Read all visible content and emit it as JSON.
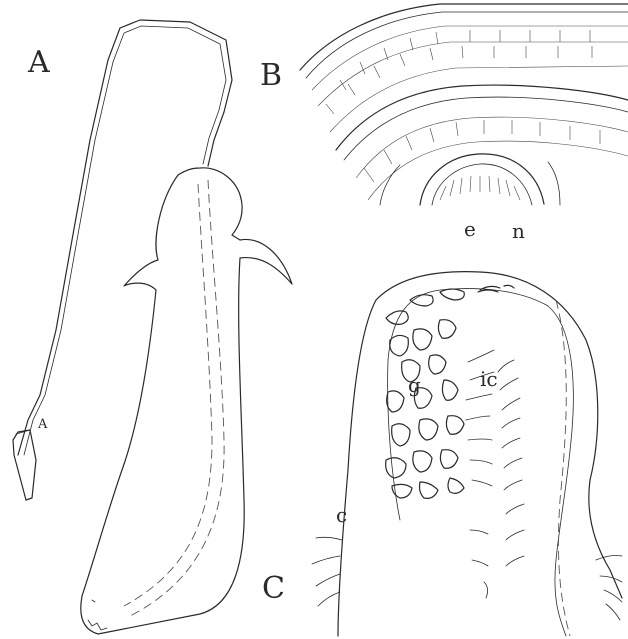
{
  "figure": {
    "panel_a": {
      "label": "A",
      "marker": "A"
    },
    "panel_b": {
      "label": "B",
      "labels": [
        "e",
        "n"
      ]
    },
    "panel_c": {
      "label": "C",
      "labels": [
        "g",
        "ic",
        "c"
      ]
    }
  }
}
